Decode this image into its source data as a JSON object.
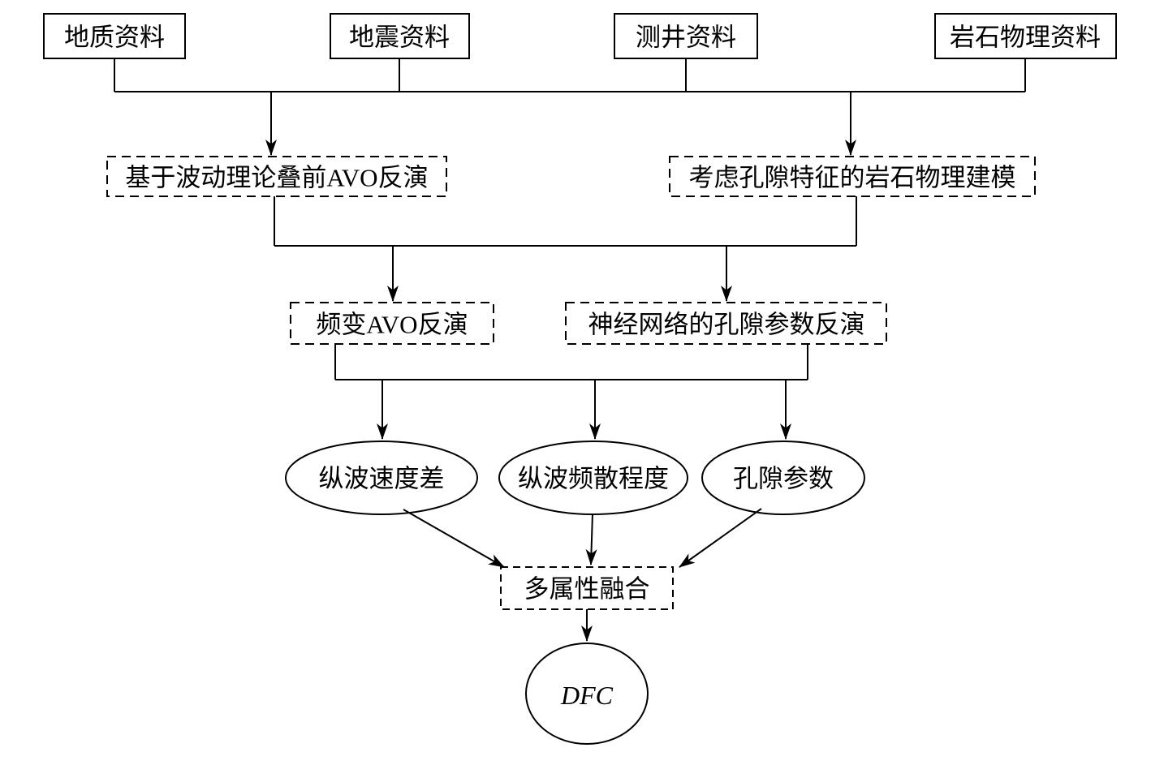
{
  "diagram": {
    "title": "DFC prediction workflow flowchart",
    "colors": {
      "background": "#ffffff",
      "line": "#000000",
      "text": "#000000"
    },
    "sources": [
      {
        "label": "地质资料"
      },
      {
        "label": "地震资料"
      },
      {
        "label": "测井资料"
      },
      {
        "label": "岩石物理资料"
      }
    ],
    "level1": [
      {
        "label": "基于波动理论叠前AVO反演"
      },
      {
        "label": "考虑孔隙特征的岩石物理建模"
      }
    ],
    "level2": [
      {
        "label": "频变AVO反演"
      },
      {
        "label": "神经网络的孔隙参数反演"
      }
    ],
    "attributes": [
      {
        "label": "纵波速度差"
      },
      {
        "label": "纵波频散程度"
      },
      {
        "label": "孔隙参数"
      }
    ],
    "fusion": {
      "label": "多属性融合"
    },
    "result": {
      "label": "DFC"
    }
  }
}
